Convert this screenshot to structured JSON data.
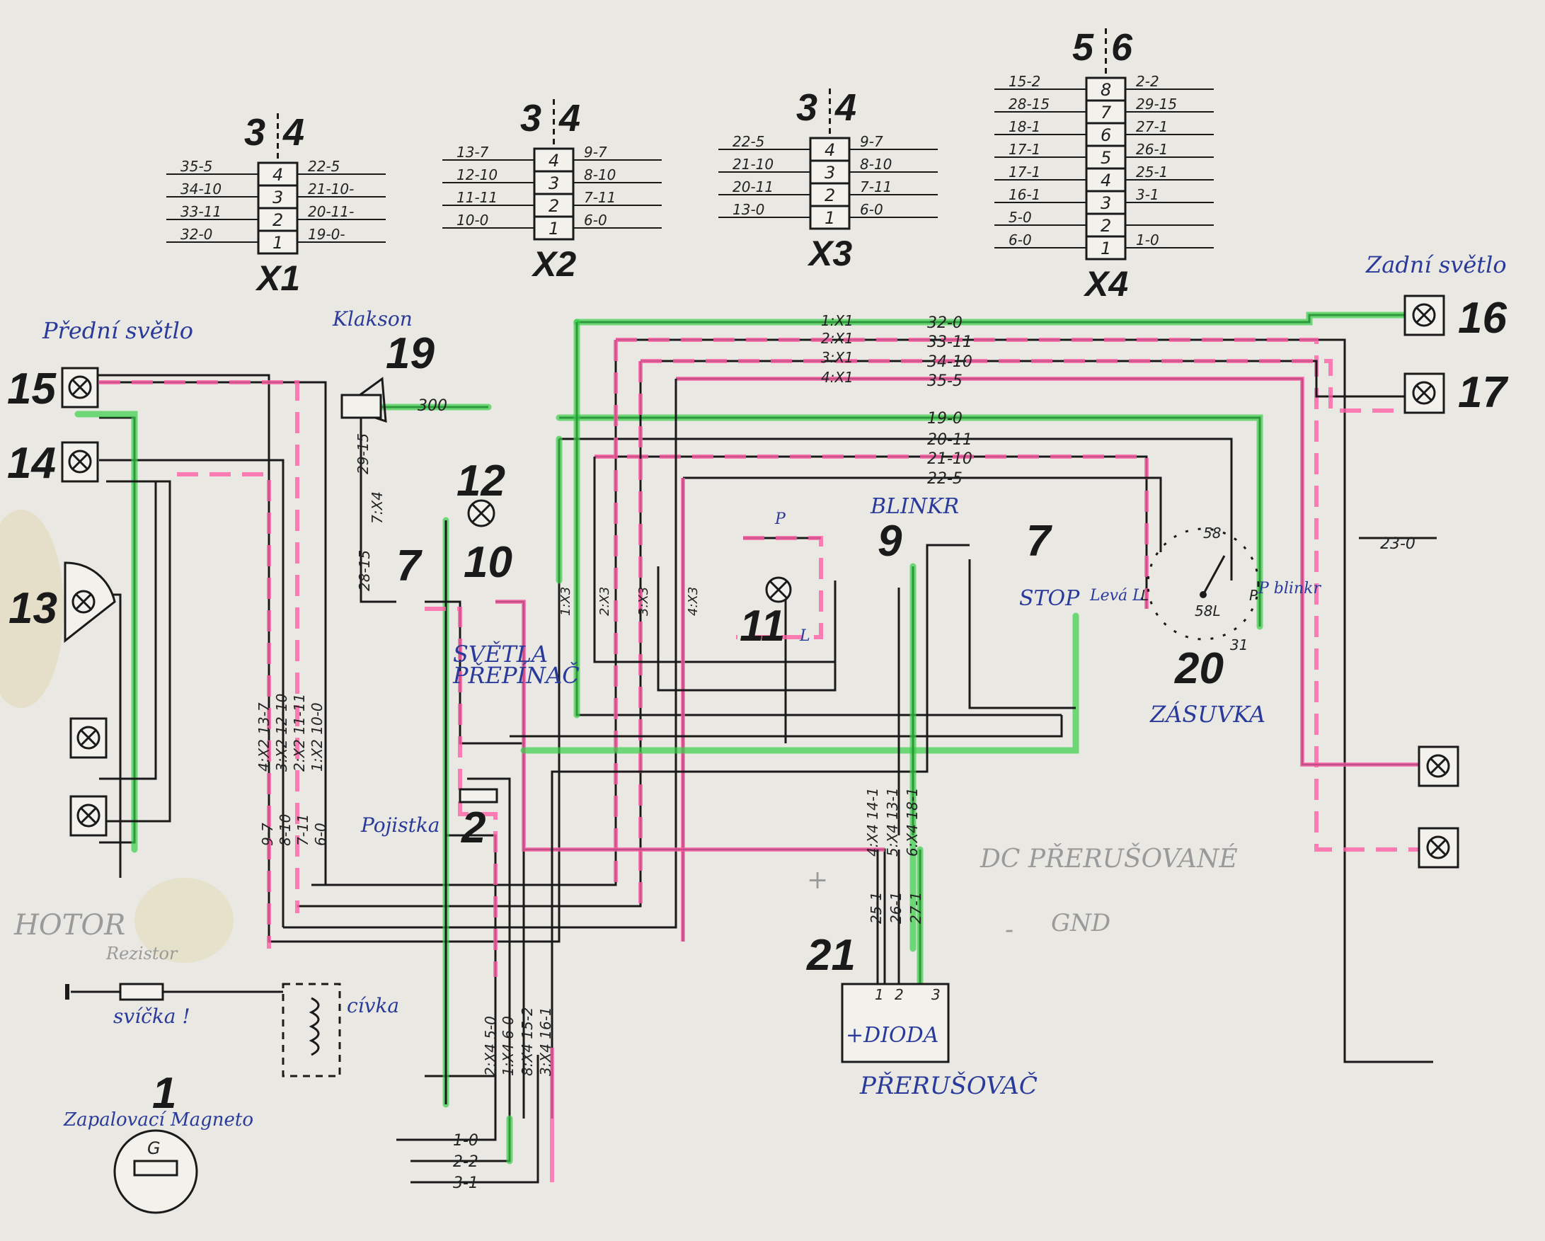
{
  "connectors": [
    {
      "id": "x1",
      "name": "X1",
      "header_left": "3",
      "header_right": "4",
      "pins": [
        "4",
        "3",
        "2",
        "1"
      ],
      "left": [
        "35-5",
        "34-10",
        "33-11",
        "32-0"
      ],
      "right": [
        "22-5",
        "21-10-",
        "20-11-",
        "19-0-"
      ]
    },
    {
      "id": "x2",
      "name": "X2",
      "header_left": "3",
      "header_right": "4",
      "pins": [
        "4",
        "3",
        "2",
        "1"
      ],
      "left": [
        "13-7",
        "12-10",
        "11-11",
        "10-0"
      ],
      "right": [
        "9-7",
        "8-10",
        "7-11",
        "6-0"
      ]
    },
    {
      "id": "x3",
      "name": "X3",
      "header_left": "3",
      "header_right": "4",
      "pins": [
        "4",
        "3",
        "2",
        "1"
      ],
      "left": [
        "22-5",
        "21-10",
        "20-11",
        "13-0"
      ],
      "right": [
        "9-7",
        "8-10",
        "7-11",
        "6-0"
      ]
    },
    {
      "id": "x4",
      "name": "X4",
      "header_left": "5",
      "header_right": "6",
      "pins": [
        "8",
        "7",
        "6",
        "5",
        "4",
        "3",
        "2",
        "1"
      ],
      "left": [
        "15-2",
        "28-15",
        "18-1",
        "17-1",
        "17-1",
        "16-1",
        "5-0",
        "6-0"
      ],
      "right": [
        "2-2",
        "29-15",
        "27-1",
        "26-1",
        "25-1",
        "3-1",
        "",
        "1-0"
      ]
    }
  ],
  "components": {
    "n1": "1",
    "n2": "2",
    "n7a": "7",
    "n7b": "7",
    "n9": "9",
    "n10": "10",
    "n11": "11",
    "n12": "12",
    "n13": "13",
    "n14": "14",
    "n15": "15",
    "n16": "16",
    "n17": "17",
    "n19": "19",
    "n20": "20",
    "n21": "21"
  },
  "bus_labels": [
    "32-0",
    "33-11",
    "34-10",
    "35-5",
    "19-0",
    "20-11",
    "21-10",
    "22-5"
  ],
  "bus_terms": [
    "1:X1",
    "2:X1",
    "3:X1",
    "4:X1"
  ],
  "x3_terms": [
    "1:X3",
    "2:X3",
    "3:X3",
    "4:X3"
  ],
  "left_bundle": [
    "4:X2 13-7",
    "3:X2 12-10",
    "2:X2 11-11",
    "1:X2 10-0"
  ],
  "left_bundle_lower": [
    "9-7",
    "8-10",
    "7-11",
    "6-0"
  ],
  "horn_wire": "300",
  "horn_v": [
    "29-15",
    "7:X4",
    "28-15"
  ],
  "mid_bundle": [
    "2:X4 5-0",
    "1:X4 6-0",
    "8:X4 15-2",
    "3:X4 16-1"
  ],
  "diode_top": [
    "4:X4 14-1",
    "5:X4 13-1",
    "6:X4 18-1"
  ],
  "diode_mid": [
    "25-1",
    "26-1",
    "27-1"
  ],
  "diode_pins": [
    "1",
    "2",
    "3"
  ],
  "diode_label": "+DIODA",
  "bottom_wires": [
    "1-0",
    "2-2",
    "3-1"
  ],
  "right_wire": "23-0",
  "socket": {
    "t58": "58",
    "t58l": "58L",
    "t31": "31",
    "tl": "L",
    "tp": "P"
  },
  "magneto_symbol": "G",
  "annotations": {
    "front_light": "Přední světlo",
    "rear_light": "Zadní světlo",
    "horn": "Klakson",
    "blinkr": "BLINKR",
    "svetla": "SVĚTLA",
    "prepinac": "PŘEPÍNAČ",
    "stop": "STOP",
    "zasuvka": "ZÁSUVKA",
    "pojistka": "Pojistka",
    "hotor": "HOTOR",
    "rezistor": "Rezistor",
    "svicka": "svíčka !",
    "cívka": "cívka",
    "magneto": "Zapalovací Magneto",
    "prerusovac": "PŘERUŠOVAČ",
    "dc": "DC PŘERUŠOVANÉ",
    "gnd": "GND",
    "plus": "+",
    "minus": "-",
    "leva": "Levá L",
    "pblinkr": "P blinkr",
    "p_mark": "P",
    "l_mark": "L"
  }
}
